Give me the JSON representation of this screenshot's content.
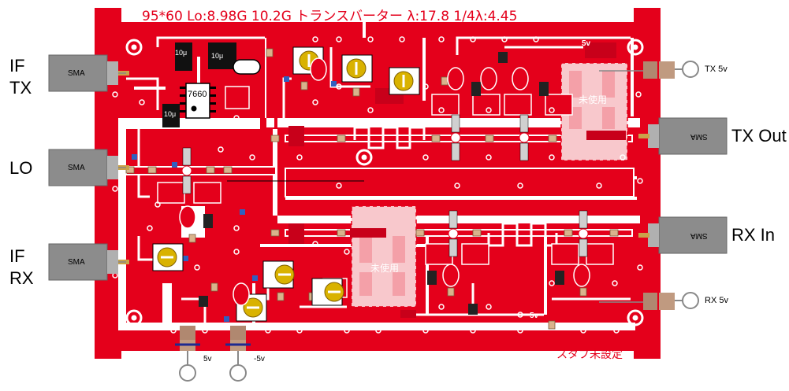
{
  "title": "95*60 Lo:8.98G  10.2G トランスバーター  λ:17.8  1/4λ:4.45",
  "ports_left": {
    "if_tx": [
      "IF",
      "TX"
    ],
    "lo": "LO",
    "if_rx": [
      "IF",
      "RX"
    ]
  },
  "ports_right": {
    "tx_out": "TX Out",
    "rx_in": "RX In",
    "tx5v": "TX 5v",
    "rx5v": "RX 5v"
  },
  "connector_label": "SMA",
  "power_labels": {
    "p5v": "5v",
    "m5v": "-5v",
    "board_5v_top": "5v",
    "board_5v_bottom": "5v"
  },
  "unused_label": "未使用",
  "stub_note": "スタブ未設定",
  "ic_label": "7660",
  "cap_label": "10μ",
  "colors": {
    "copper": "#e4001b",
    "board": "#ffffff",
    "pad_light": "#f4a0a8",
    "trimmer": "#d9b200",
    "connector": "#8c8c8c"
  }
}
